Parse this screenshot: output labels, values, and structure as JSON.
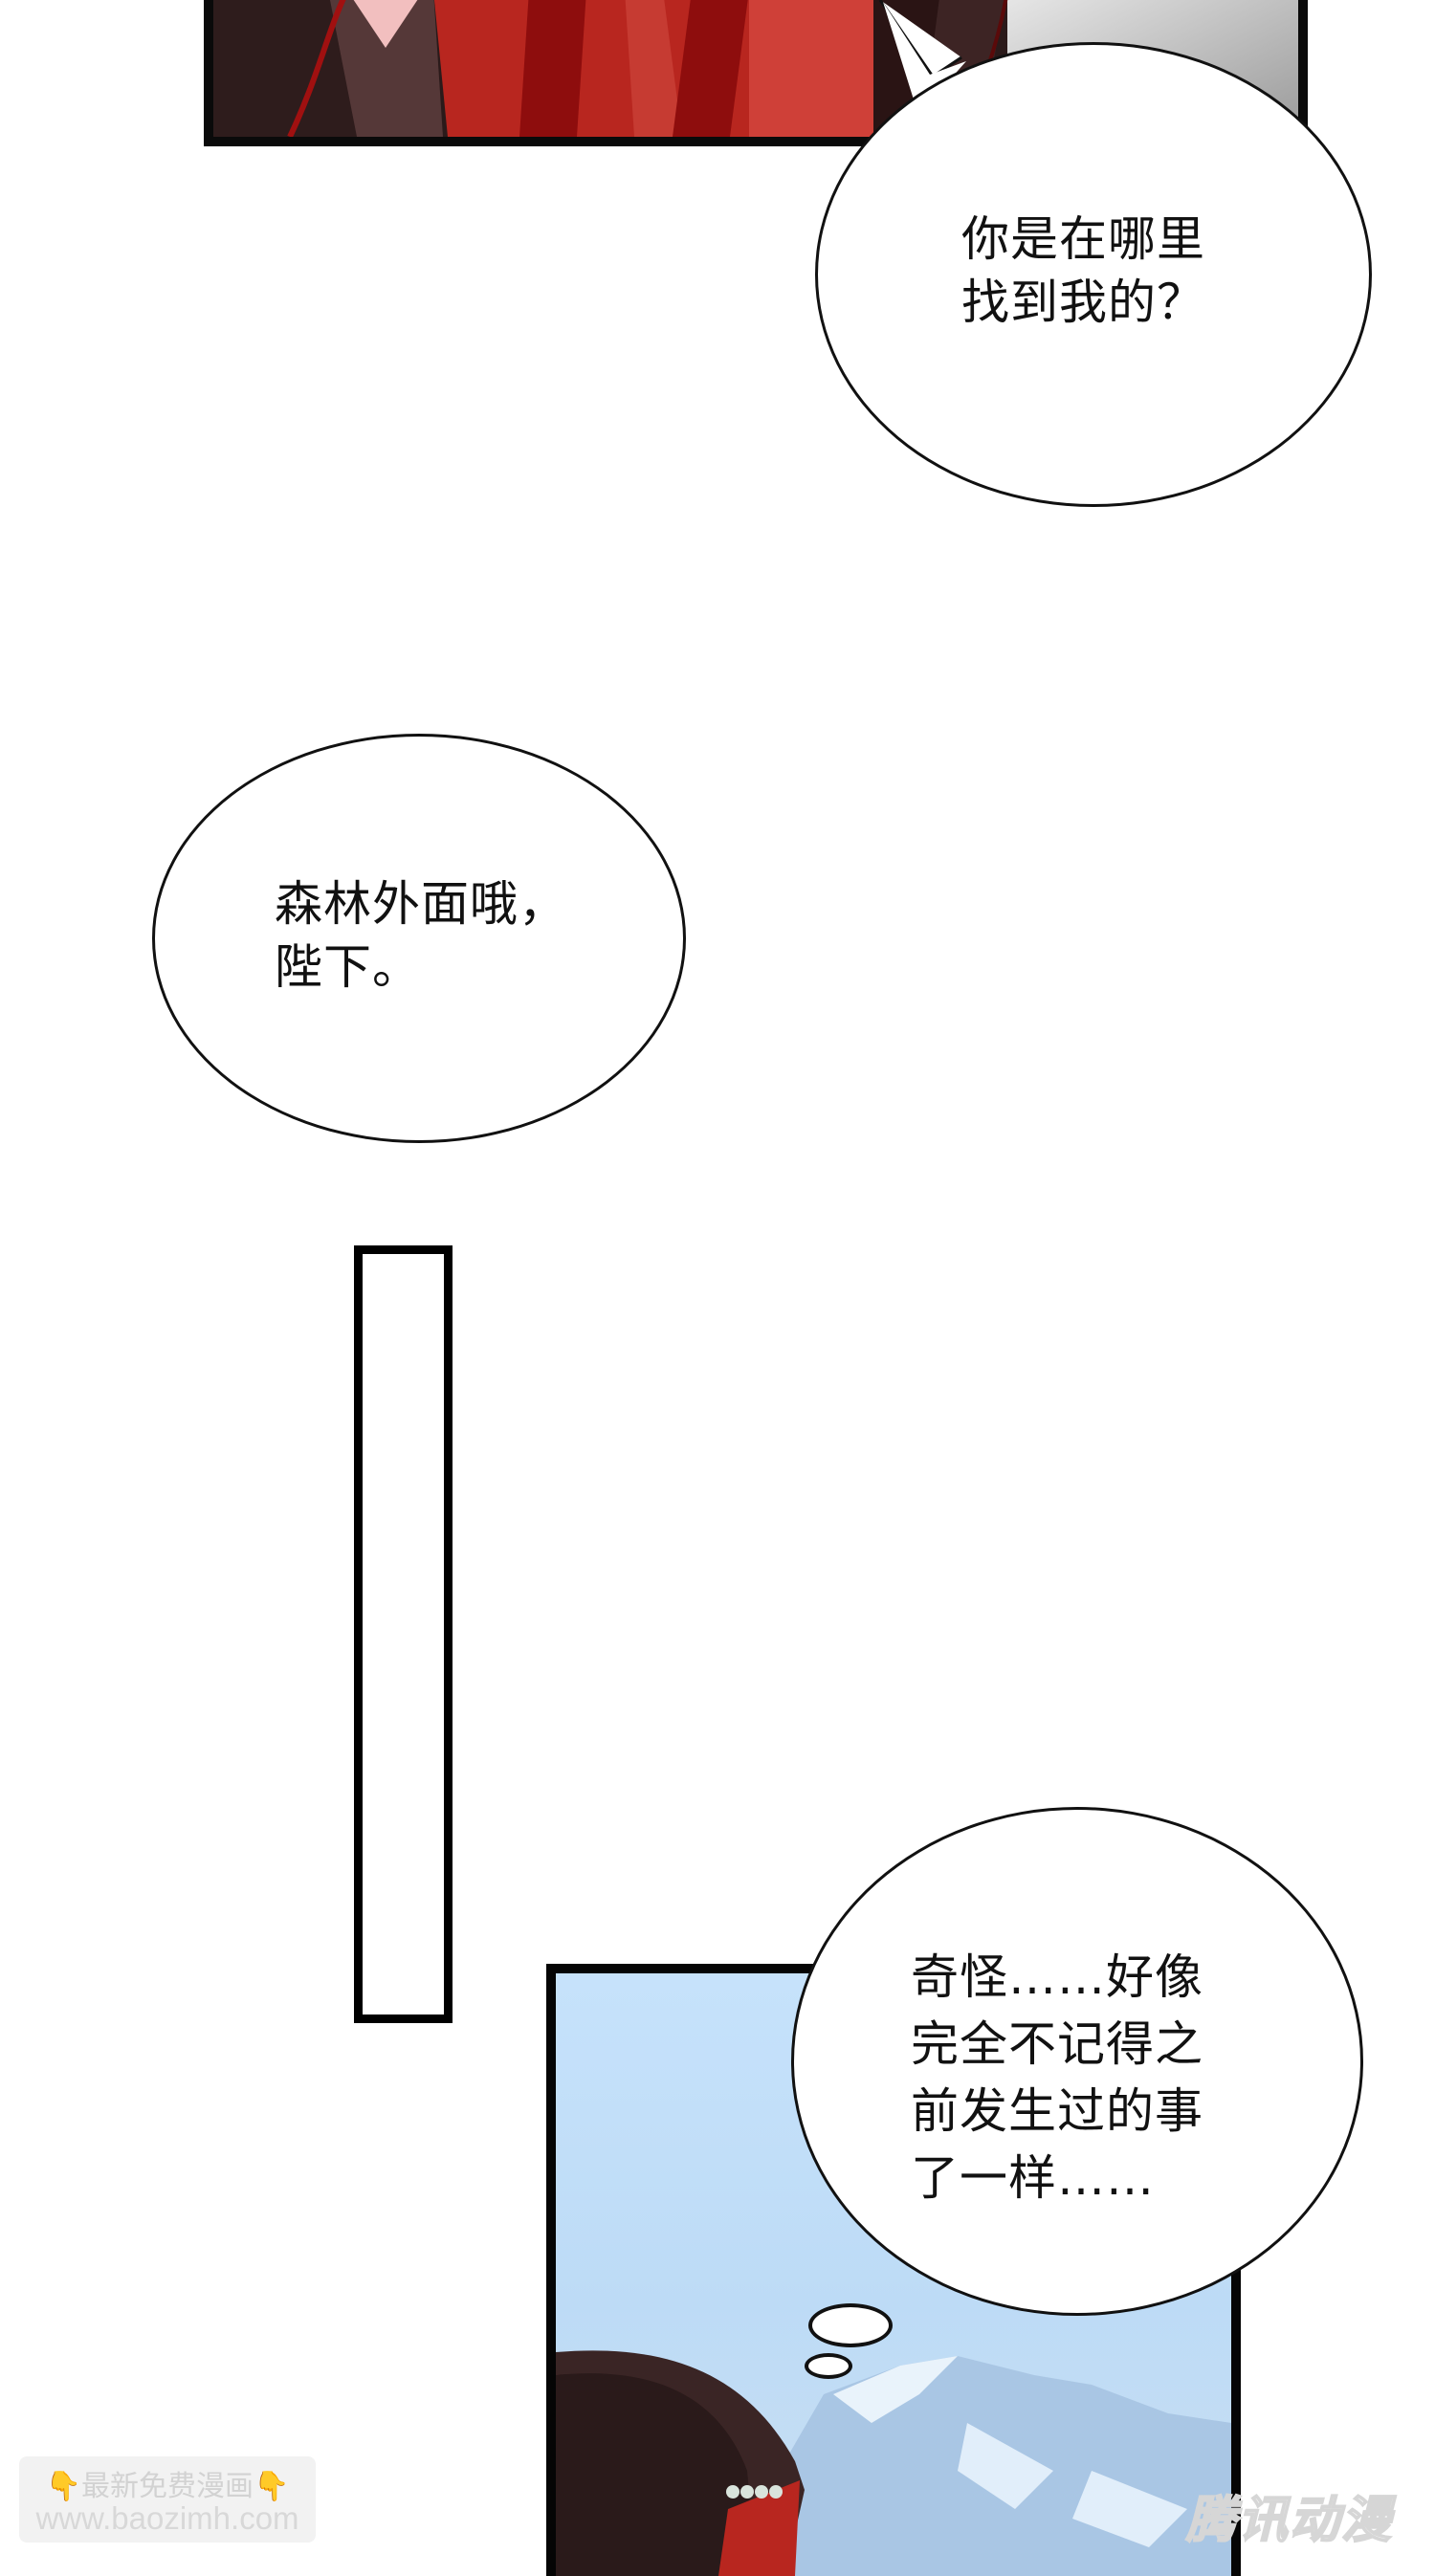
{
  "page": {
    "background": "#ffffff"
  },
  "panels": {
    "top": {
      "description": "red-haired character in dark robe, grey background",
      "colors": {
        "hair": "#b3231f",
        "hair_dark": "#8c0c0c",
        "robe": "#2b1a1a",
        "robe_light": "#5a3c3c",
        "skin": "#f2c0c0",
        "bg": "#cfcfcf"
      }
    },
    "bottom": {
      "description": "character with dark hat and red hair against blue sky with snowy mountain",
      "colors": {
        "sky": "#c6e2fb",
        "mountain": "#a9c6e4",
        "hat": "#3a2525"
      }
    }
  },
  "bubbles": [
    {
      "id": "bubble-1",
      "lines": [
        "你是在哪里",
        "找到我的？"
      ]
    },
    {
      "id": "bubble-2",
      "lines": [
        "森林外面哦，",
        "陛下。"
      ]
    },
    {
      "id": "bubble-3",
      "lines": [
        "奇怪……好像",
        "完全不记得之",
        "前发生过的事",
        "了一样……"
      ]
    }
  ],
  "bubble_text": {
    "b1": "你是在哪里\n找到我的？",
    "b2": "森林外面哦，\n陛下。",
    "b3": "奇怪……好像\n完全不记得之\n前发生过的事\n了一样……"
  },
  "watermarks": {
    "left_line1": "最新免费漫画",
    "left_hand_icon": "👇",
    "left_line2": "www.baozimh.com",
    "right_brand": "腾讯动漫"
  }
}
